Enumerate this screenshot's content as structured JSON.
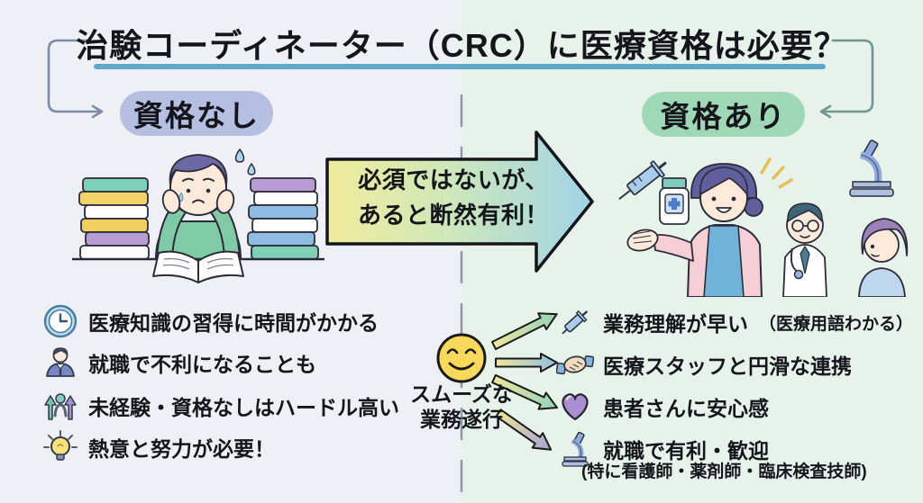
{
  "title": "治験コーディネーター（CRC）に医療資格は必要？",
  "left_panel": {
    "badge": "資格なし",
    "items": [
      {
        "icon": "clock-icon",
        "text": "医療知識の習得に時間がかかる"
      },
      {
        "icon": "jobseeker-icon",
        "text": "就職で不利になることも"
      },
      {
        "icon": "hurdle-icon",
        "text": "未経験・資格なしはハードル高い"
      },
      {
        "icon": "lightbulb-icon",
        "text": "熱意と努力が必要！"
      }
    ]
  },
  "center": {
    "arrow_line1": "必須ではないが、",
    "arrow_line2": "あると断然有利！"
  },
  "right_panel": {
    "badge": "資格あり",
    "smiley_label_line1": "スムーズな",
    "smiley_label_line2": "業務遂行",
    "items": [
      {
        "icon": "syringe-icon",
        "text": "業務理解が早い",
        "note": "（医療用語わかる）"
      },
      {
        "icon": "handshake-icon",
        "text": "医療スタッフと円滑な連携",
        "note": ""
      },
      {
        "icon": "heart-icon",
        "text": "患者さんに安心感",
        "note": ""
      },
      {
        "icon": "microscope-icon",
        "text": "就職で有利・歓迎",
        "note": "(特に看護師・薬剤師・臨床検査技師)"
      }
    ]
  },
  "colors": {
    "left_bg": "#eef0f6",
    "right_bg": "#e7f3ea",
    "badge_no_bg": "#b6bee2",
    "badge_yes_bg": "#9fd8b7",
    "title_underline": "#5ea9c9",
    "arrow_gradient_start": "#f1ea9a",
    "arrow_gradient_end": "#a2d3e7",
    "smiley_yellow": "#f8d95c",
    "heart_purple": "#a98fd2"
  }
}
